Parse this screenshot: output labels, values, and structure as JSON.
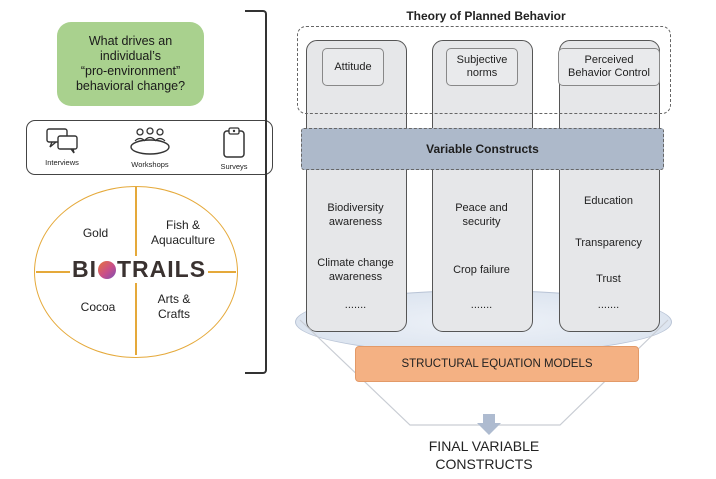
{
  "left": {
    "question": "What drives an\nindividual’s\n“pro-environment”\nbehavioral change?",
    "methods": [
      {
        "label": "Interviews",
        "icon": "interviews-icon"
      },
      {
        "label": "Workshops",
        "icon": "workshops-icon"
      },
      {
        "label": "Surveys",
        "icon": "surveys-icon"
      }
    ],
    "quadrants": [
      "Gold",
      "Fish &\nAquaculture",
      "Cocoa",
      "Arts &\nCrafts"
    ],
    "logo": {
      "left": "BI",
      "right": "TRAILS"
    }
  },
  "right": {
    "title": "Theory of Planned Behavior",
    "pillars": [
      {
        "label": "Attitude",
        "constructs": [
          "Biodiversity\nawareness",
          "Climate change\nawareness",
          "......."
        ]
      },
      {
        "label": "Subjective\nnorms",
        "constructs": [
          "Peace and\nsecurity",
          "Crop failure",
          "......."
        ]
      },
      {
        "label": "Perceived\nBehavior Control",
        "constructs": [
          "Education",
          "Transparency",
          "Trust",
          "......."
        ]
      }
    ],
    "variable_band": "Variable Constructs",
    "sem": "STRUCTURAL EQUATION MODELS",
    "final": "FINAL VARIABLE\nCONSTRUCTS"
  },
  "colors": {
    "question_bg": "#a9d18e",
    "circle_stroke": "#e5a93a",
    "band": "#adb9ca",
    "sem_bg": "#f4b183",
    "pillar_bg": "#e6e7e9"
  }
}
